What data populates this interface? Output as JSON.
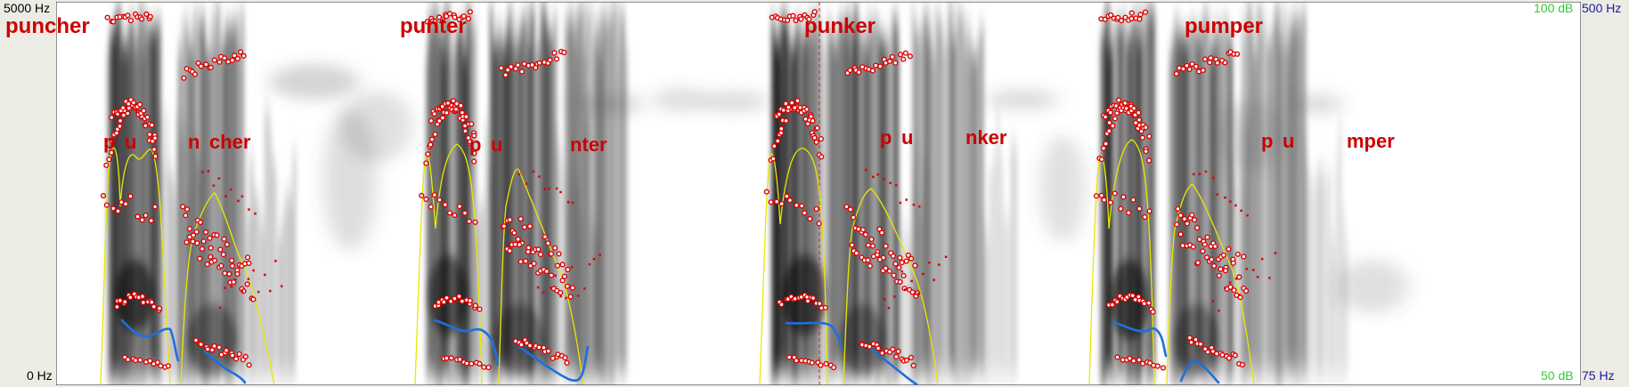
{
  "axes": {
    "freq_top": "5000 Hz",
    "freq_bottom": "0 Hz",
    "intensity_top": "100 dB",
    "intensity_bottom": "50 dB",
    "pitch_top": "500 Hz",
    "pitch_bottom": "75 Hz"
  },
  "colors": {
    "background": "#ffffff",
    "margin": "#ecebe4",
    "formant": "#dd0000",
    "intensity": "#e8e800",
    "pitch": "#1e6fe0",
    "label": "#cc0000"
  },
  "words": [
    {
      "word": "puncher",
      "segments": [
        "p",
        "u",
        "n",
        "cher"
      ]
    },
    {
      "word": "punter",
      "segments": [
        "p",
        "u",
        "nter"
      ]
    },
    {
      "word": "punker",
      "segments": [
        "p",
        "u",
        "nker"
      ]
    },
    {
      "word": "pumper",
      "segments": [
        "p",
        "u",
        "mper"
      ]
    }
  ]
}
